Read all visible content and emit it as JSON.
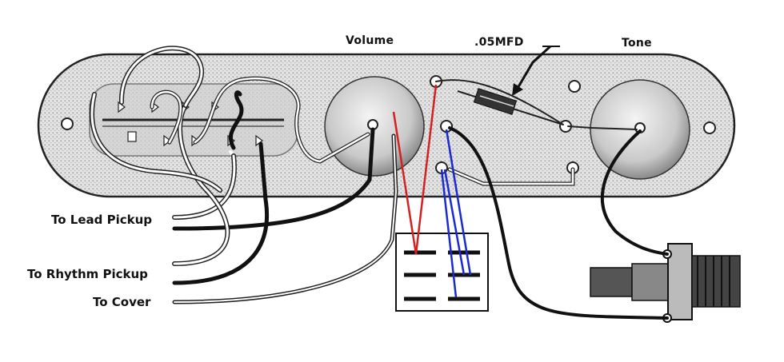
{
  "labels": {
    "volume": "Volume",
    "capacitor": ".05MFD",
    "tone": "Tone",
    "lead_pickup": "To Lead Pickup",
    "rhythm_pickup": "To Rhythm Pickup",
    "cover": "To Cover"
  },
  "colors": {
    "wire_black": "#111111",
    "wire_white": "#ffffff",
    "wire_red": "#d42020",
    "wire_blue": "#1a2ad0",
    "plate": "#dcdcdc"
  }
}
